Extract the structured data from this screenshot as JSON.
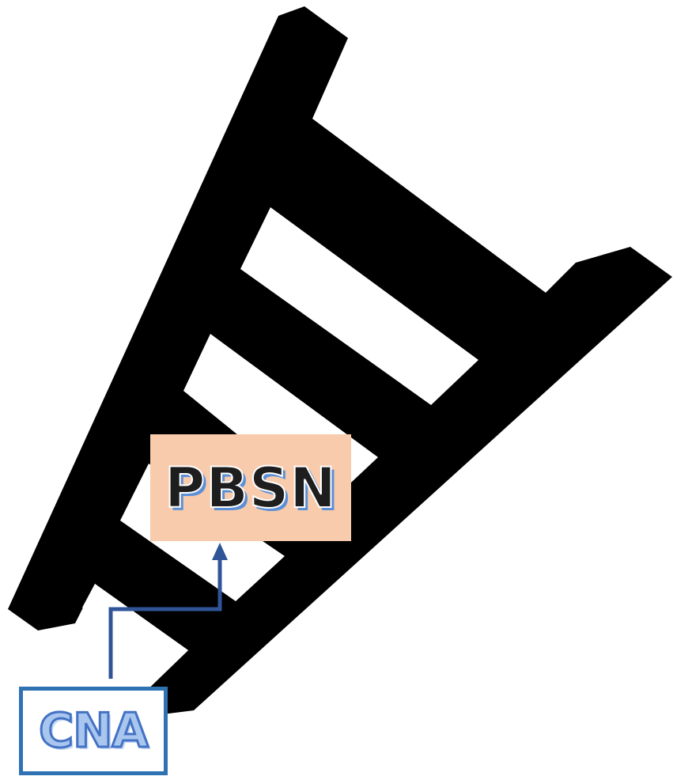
{
  "diagram": {
    "nodes": [
      {
        "id": "pbsn",
        "label": "PBSN"
      },
      {
        "id": "cna",
        "label": "CNA"
      }
    ],
    "edges": [
      {
        "from": "cna",
        "to": "pbsn"
      }
    ]
  },
  "colors": {
    "ladder": "#000000",
    "pbsn_fill": "#f8cbad",
    "cna_border": "#2f72b4",
    "arrow": "#2f5597"
  },
  "icons": {
    "ladder": "ladder-icon"
  }
}
